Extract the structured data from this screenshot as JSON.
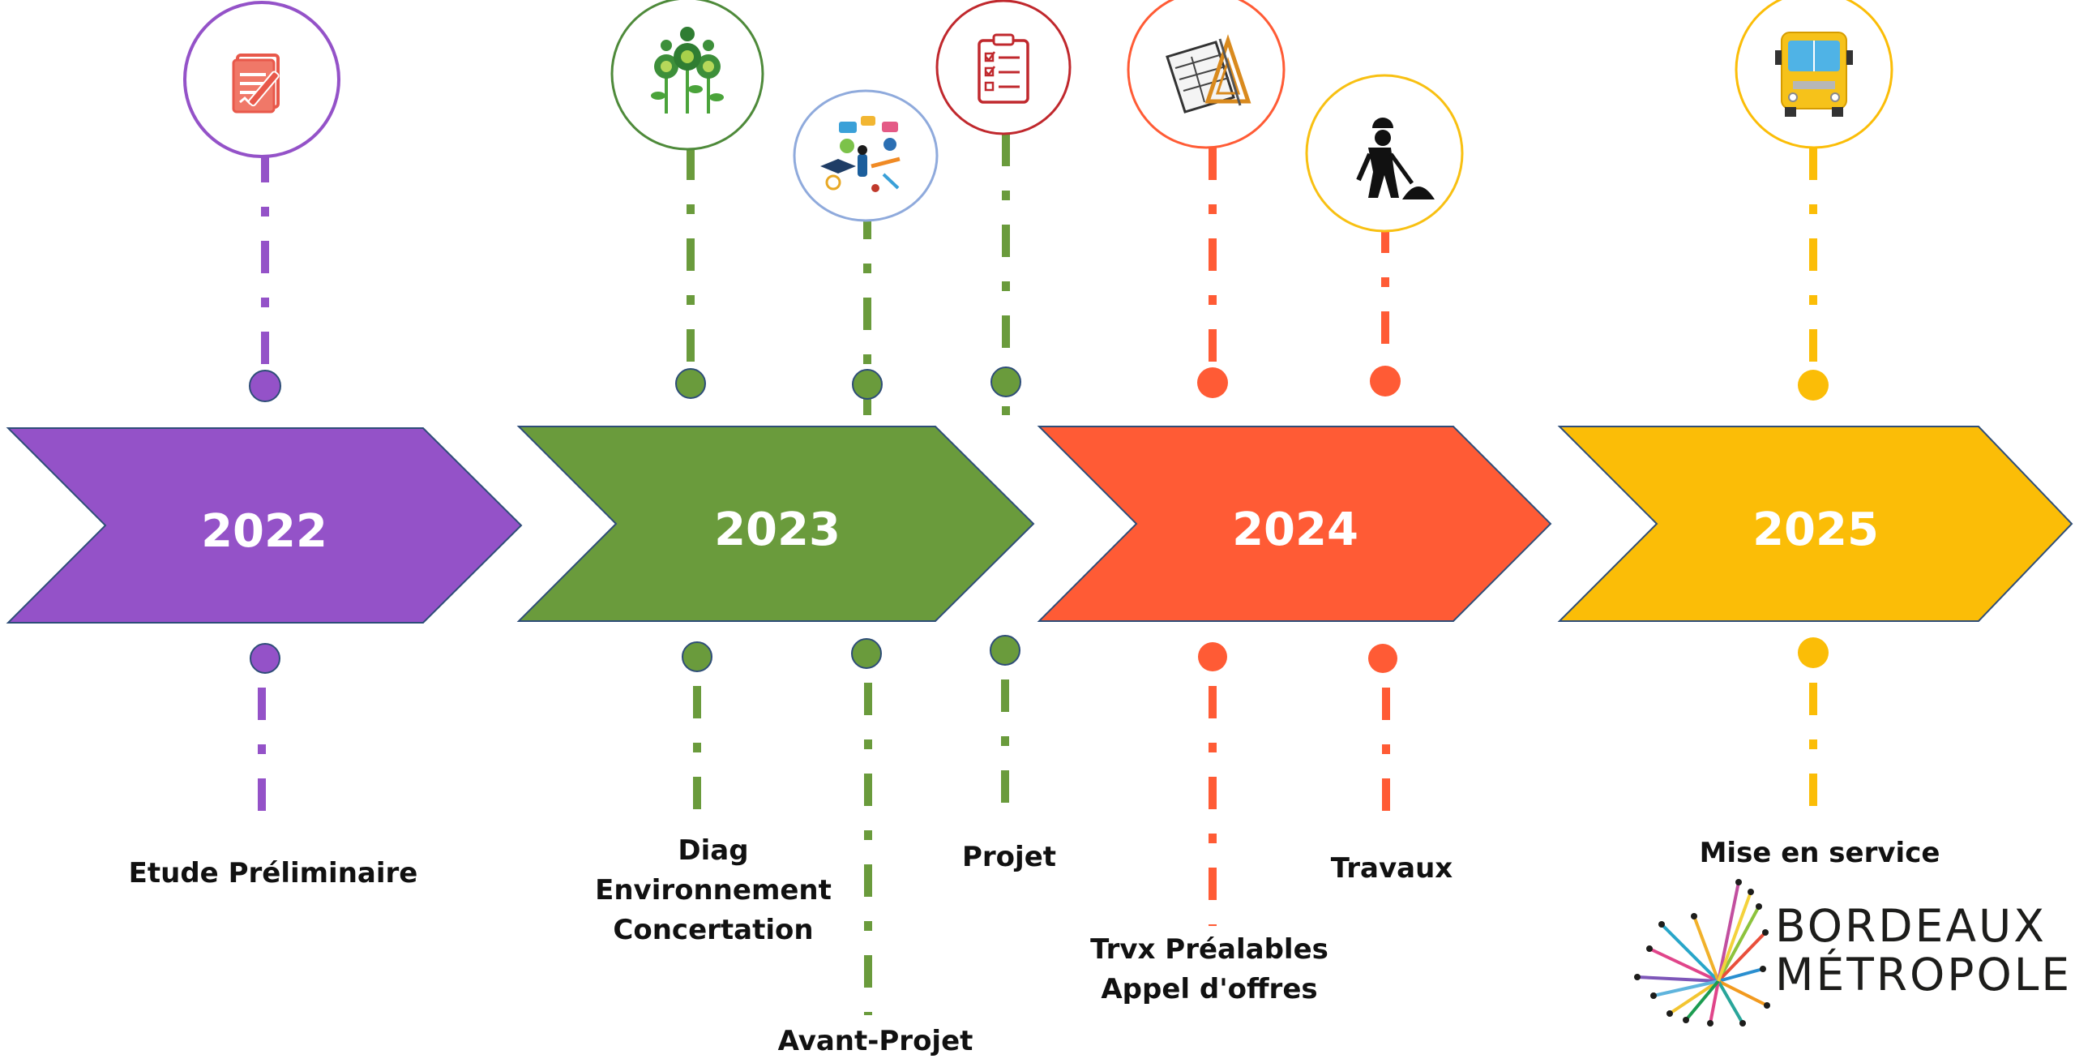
{
  "years": [
    {
      "label": "2022",
      "color": "#9452c8"
    },
    {
      "label": "2023",
      "color": "#6a9b3c"
    },
    {
      "label": "2024",
      "color": "#ff5b35"
    },
    {
      "label": "2025",
      "color": "#fbbd07"
    }
  ],
  "milestones": [
    {
      "id": "etude",
      "label": [
        "Etude Préliminaire"
      ],
      "icon": "document-pen-icon",
      "year": "2022",
      "color": "#9452c8"
    },
    {
      "id": "diag",
      "label": [
        "Diag",
        "Environnement",
        "Concertation"
      ],
      "icon": "flowers-icon",
      "year": "2023",
      "color": "#6a9b3c"
    },
    {
      "id": "avant-projet",
      "label": [
        "Avant-Projet"
      ],
      "icon": "study-collage-icon",
      "year": "2023",
      "color": "#6a9b3c"
    },
    {
      "id": "projet",
      "label": [
        "Projet"
      ],
      "icon": "clipboard-checklist-icon",
      "year": "2023",
      "color": "#6a9b3c"
    },
    {
      "id": "trvx-prealables",
      "label": [
        "Trvx Préalables",
        "Appel d'offres"
      ],
      "icon": "blueprint-tools-icon",
      "year": "2024",
      "color": "#ff5b35"
    },
    {
      "id": "travaux",
      "label": [
        "Travaux"
      ],
      "icon": "road-worker-icon",
      "year": "2024",
      "color": "#ff5b35"
    },
    {
      "id": "mise-en-service",
      "label": [
        "Mise en service"
      ],
      "icon": "bus-icon",
      "year": "2025",
      "color": "#fbbd07"
    }
  ],
  "logo": {
    "lines": [
      "BORDEAUX",
      "MÉTROPOLE"
    ]
  }
}
